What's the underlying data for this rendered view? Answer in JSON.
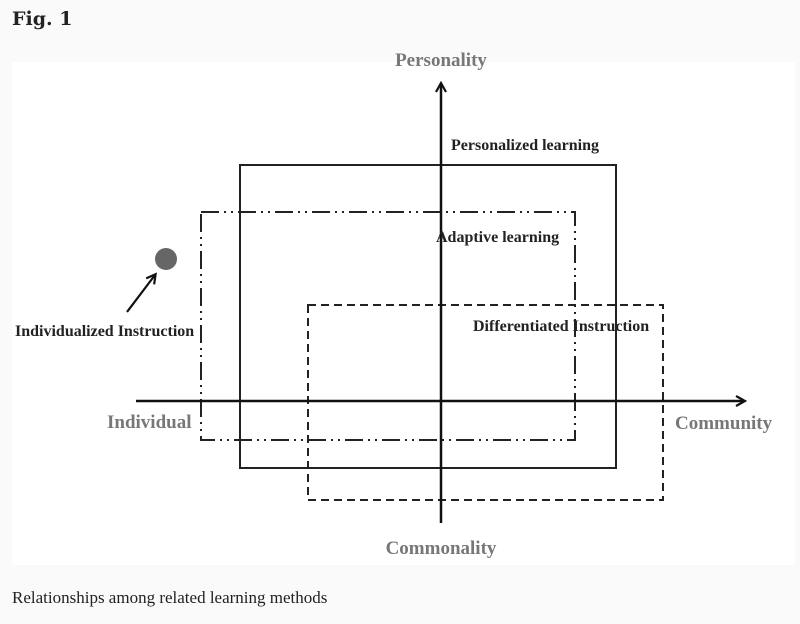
{
  "figure_label": "Fig. 1",
  "caption": "Relationships among related learning methods",
  "diagram": {
    "axes": {
      "top": "Personality",
      "bottom": "Commonality",
      "left": "Individual",
      "right": "Community"
    },
    "regions": [
      {
        "label": "Personalized learning",
        "line_style": "solid"
      },
      {
        "label": "Adaptive learning",
        "line_style": "dash-dot-dot"
      },
      {
        "label": "Differentiated Instruction",
        "line_style": "dashed"
      }
    ],
    "point": {
      "label": "Individualized Instruction",
      "color": "#666666"
    }
  }
}
